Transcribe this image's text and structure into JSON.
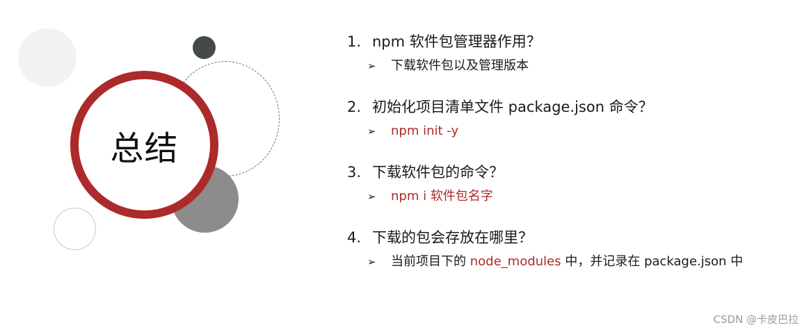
{
  "title": "总结",
  "items": [
    {
      "number": "1.",
      "question": "npm 软件包管理器作用？",
      "answer": [
        {
          "text": "下载软件包以及管理版本",
          "highlight": false
        }
      ]
    },
    {
      "number": "2.",
      "question": "初始化项目清单文件 package.json 命令？",
      "answer": [
        {
          "text": "npm init -y",
          "highlight": true
        }
      ]
    },
    {
      "number": "3.",
      "question": "下载软件包的命令？",
      "answer": [
        {
          "text": "npm i 软件包名字",
          "highlight": true
        }
      ]
    },
    {
      "number": "4.",
      "question": "下载的包会存放在哪里？",
      "answer": [
        {
          "text": "当前项目下的 ",
          "highlight": false
        },
        {
          "text": "node_modules",
          "highlight": true
        },
        {
          "text": " 中，并记录在 package.json 中",
          "highlight": false
        }
      ]
    }
  ],
  "bullet_glyph": "➢",
  "watermark": "CSDN @卡皮巴拉",
  "colors": {
    "accent": "#ac2a2a",
    "text": "#1a1a1a"
  }
}
